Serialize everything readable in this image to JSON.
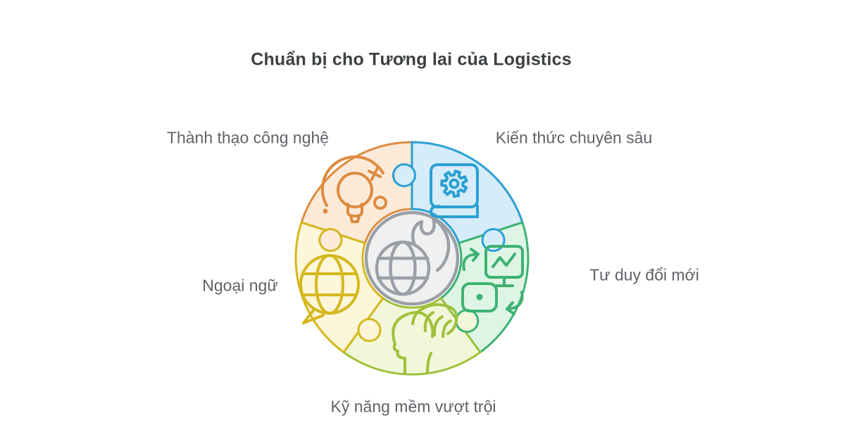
{
  "title": "Chuẩn bị cho Tương lai của Logistics",
  "colors": {
    "background": "#ffffff",
    "title_text": "#3c4043",
    "label_text": "#5f6368",
    "center_fill": "#f0f0f0",
    "center_icon_stroke": "#9aa0a6"
  },
  "center": {
    "icon": "globe-flame-icon"
  },
  "segments": [
    {
      "id": "tech",
      "label": "Thành thạo công nghệ",
      "icon": "lightbulb-idea-icon",
      "stroke": "#dd8b40",
      "fill": "#fcead8"
    },
    {
      "id": "knowledge",
      "label": "Kiến thức chuyên sâu",
      "icon": "book-gear-icon",
      "stroke": "#2aa0d4",
      "fill": "#d6ecf8"
    },
    {
      "id": "innovation",
      "label": "Tư duy đổi mới",
      "icon": "transform-cycle-icon",
      "stroke": "#3eb273",
      "fill": "#def5e5"
    },
    {
      "id": "softskills",
      "label": "Kỹ năng mềm vượt trội",
      "icon": "head-hand-icon",
      "stroke": "#a0c03c",
      "fill": "#f1f7d8"
    },
    {
      "id": "language",
      "label": "Ngoại ngữ",
      "icon": "language-globe-icon",
      "stroke": "#d4b81e",
      "fill": "#fdf6d8"
    }
  ]
}
